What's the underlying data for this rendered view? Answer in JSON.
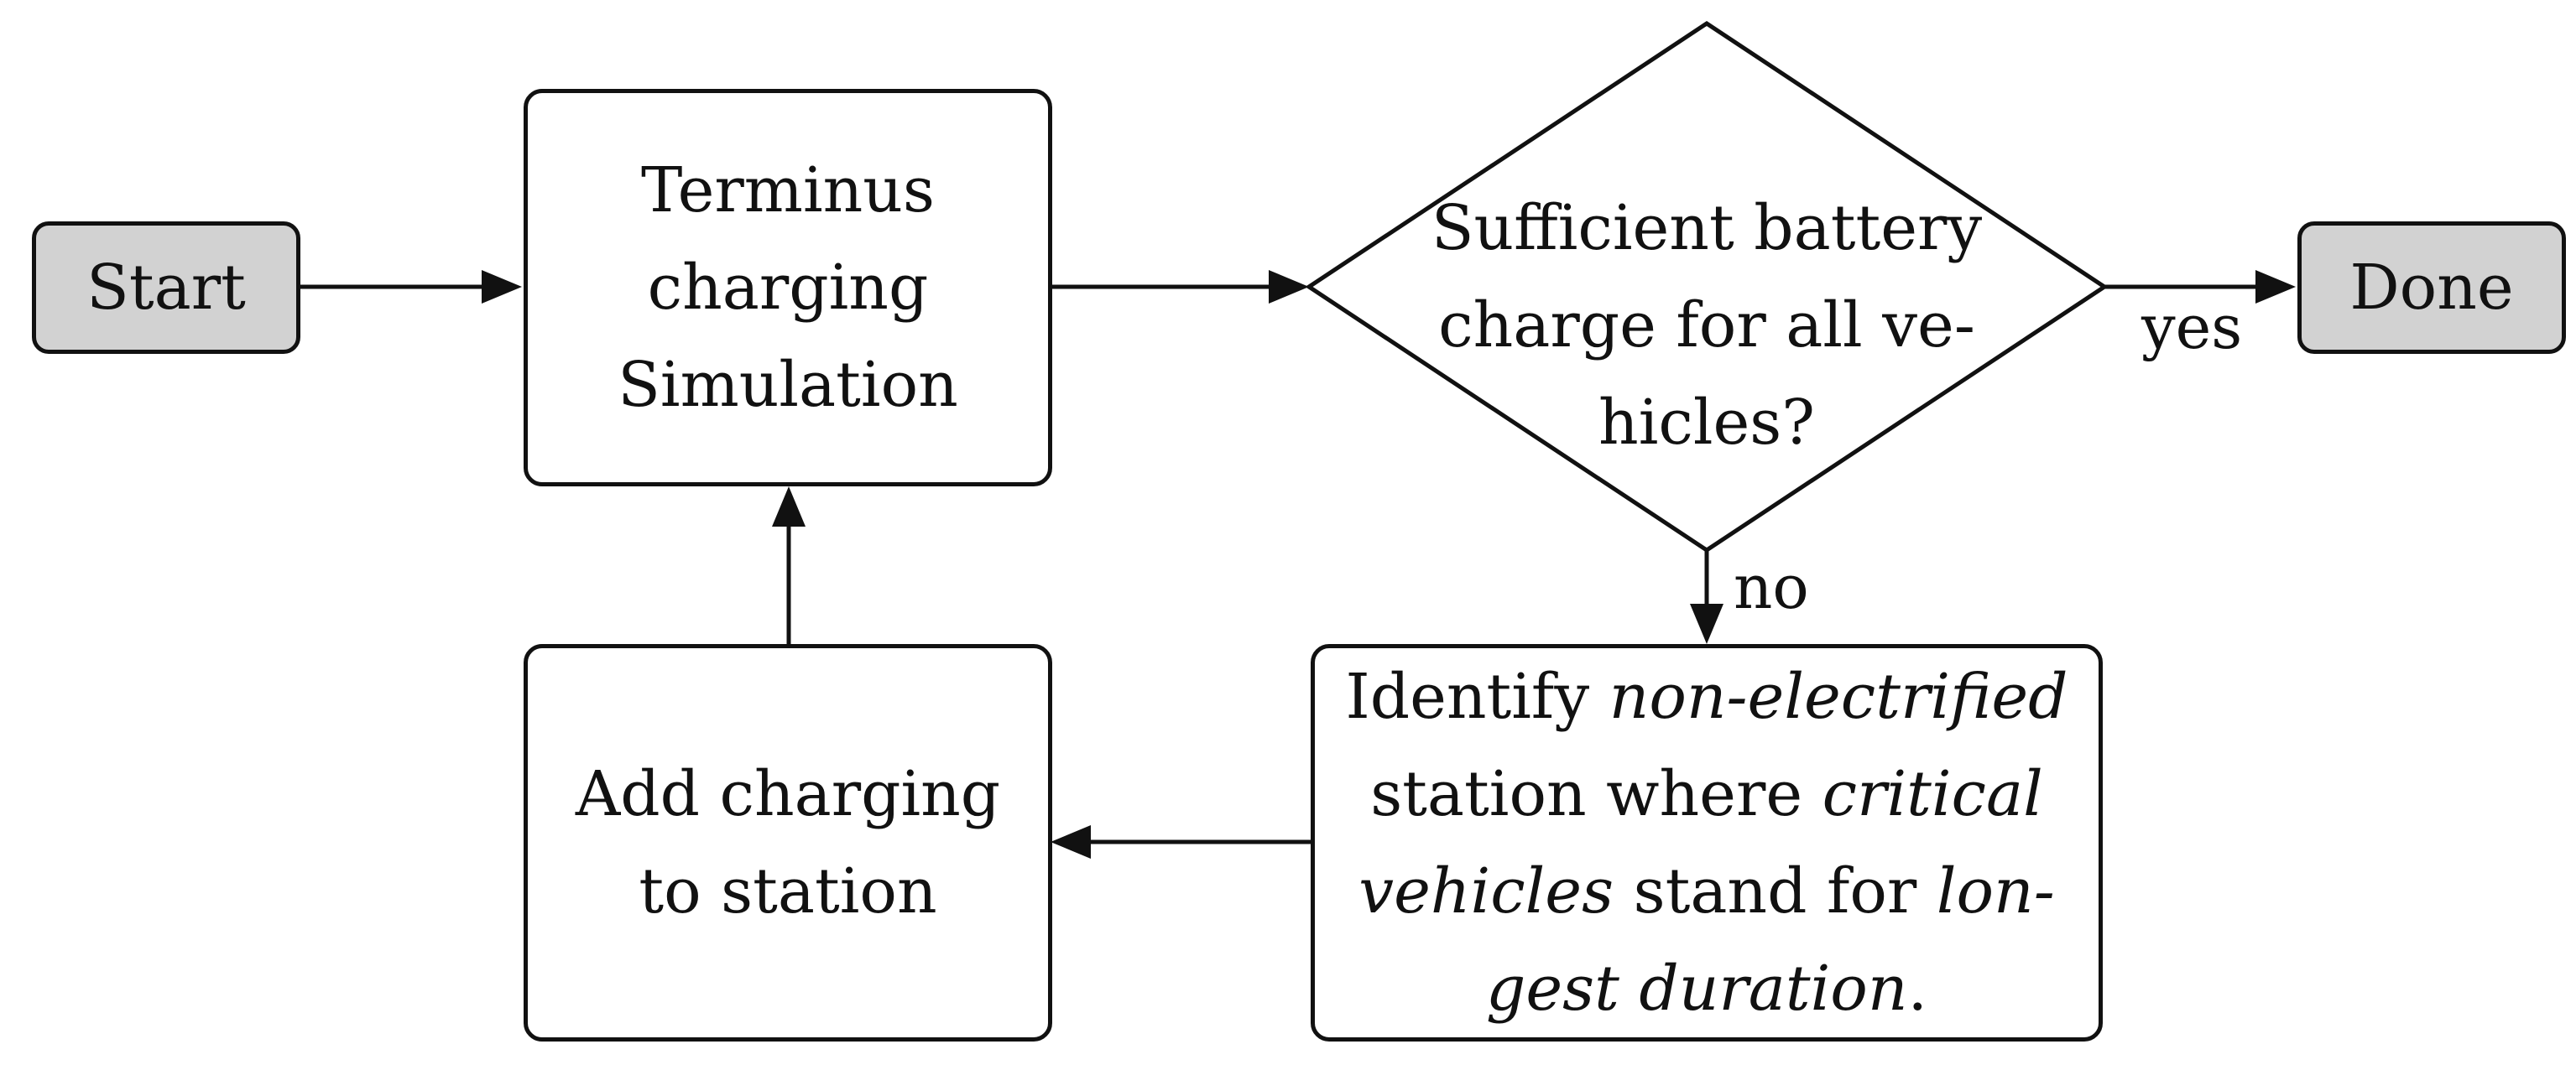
{
  "nodes": {
    "start": {
      "label": "Start"
    },
    "simulation": {
      "lines": [
        "Terminus",
        "charging",
        "Simulation"
      ]
    },
    "decision": {
      "lines": [
        "Sufficient battery",
        "charge for all ve-",
        "hicles?"
      ]
    },
    "done": {
      "label": "Done"
    },
    "identify": {
      "line1": {
        "a": "Identify ",
        "b": "non-electrified"
      },
      "line2": {
        "a": "station where ",
        "b": "critical"
      },
      "line3": {
        "a": "vehicles",
        "b": " stand for ",
        "c": "lon-"
      },
      "line4": {
        "a": "gest duration",
        "b": "."
      }
    },
    "add": {
      "lines": [
        "Add charging",
        "to station"
      ]
    }
  },
  "edges": {
    "yes_label": "yes",
    "no_label": "no"
  },
  "colors": {
    "stroke": "#111111",
    "terminal_fill": "#d2d2d2",
    "box_fill": "#ffffff"
  }
}
